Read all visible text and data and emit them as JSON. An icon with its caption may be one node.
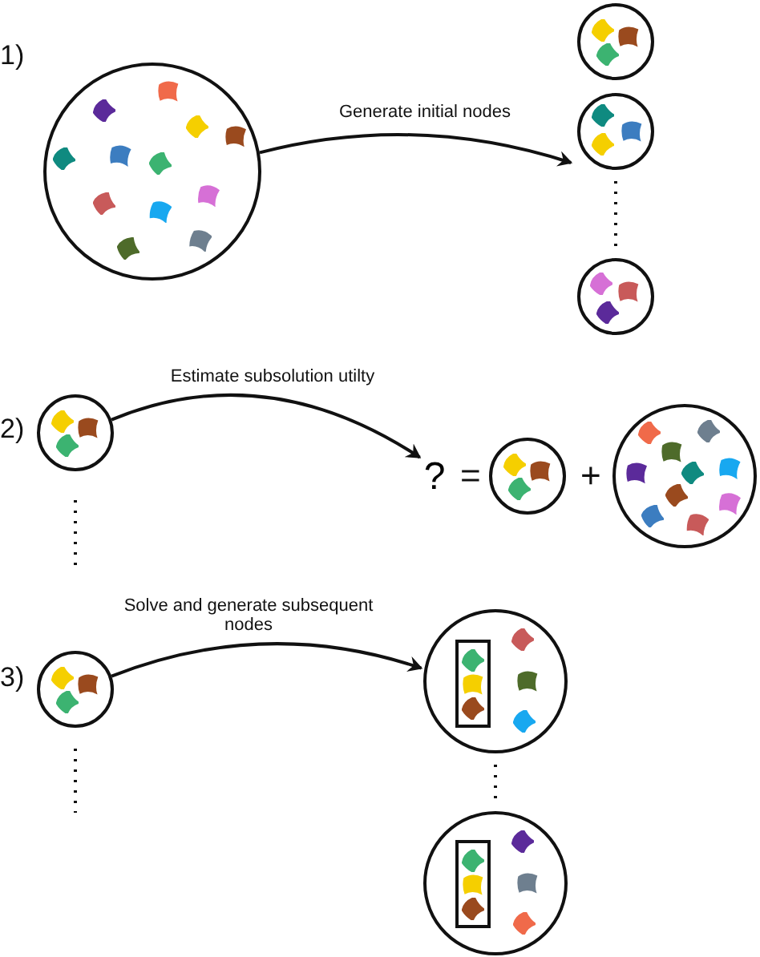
{
  "diagram": {
    "nodes": [
      {
        "text": [],
        "shape": "circle"
      },
      {
        "text": [],
        "shape": "circle"
      },
      {
        "text": [],
        "shape": "circle"
      },
      {
        "text": [],
        "shape": "circle"
      },
      {
        "text": [],
        "shape": "circle"
      },
      {
        "text": [
          "?"
        ]
      },
      {
        "text": [],
        "shape": "circle"
      },
      {
        "text": [],
        "shape": "circle"
      },
      {
        "text": [],
        "shape": "circle"
      },
      {
        "text": [],
        "shape": "circle"
      },
      {
        "text": [],
        "shape": "box",
        "in": 9
      },
      {
        "text": [],
        "shape": "circle"
      },
      {
        "text": [],
        "shape": "box",
        "in": 11
      }
    ],
    "edges": [
      {
        "from": 0,
        "to": 2,
        "arrow": "to",
        "label": "Generate initial nodes"
      },
      {
        "from": 4,
        "to": 5,
        "arrow": "to",
        "label": "Estimate subsolution utilty"
      },
      {
        "from": 8,
        "to": 9,
        "arrow": "to",
        "label": "Solve and generate subsequent nodes"
      }
    ],
    "labels": [
      "1)",
      "2)",
      "=",
      "+",
      "3)"
    ]
  }
}
